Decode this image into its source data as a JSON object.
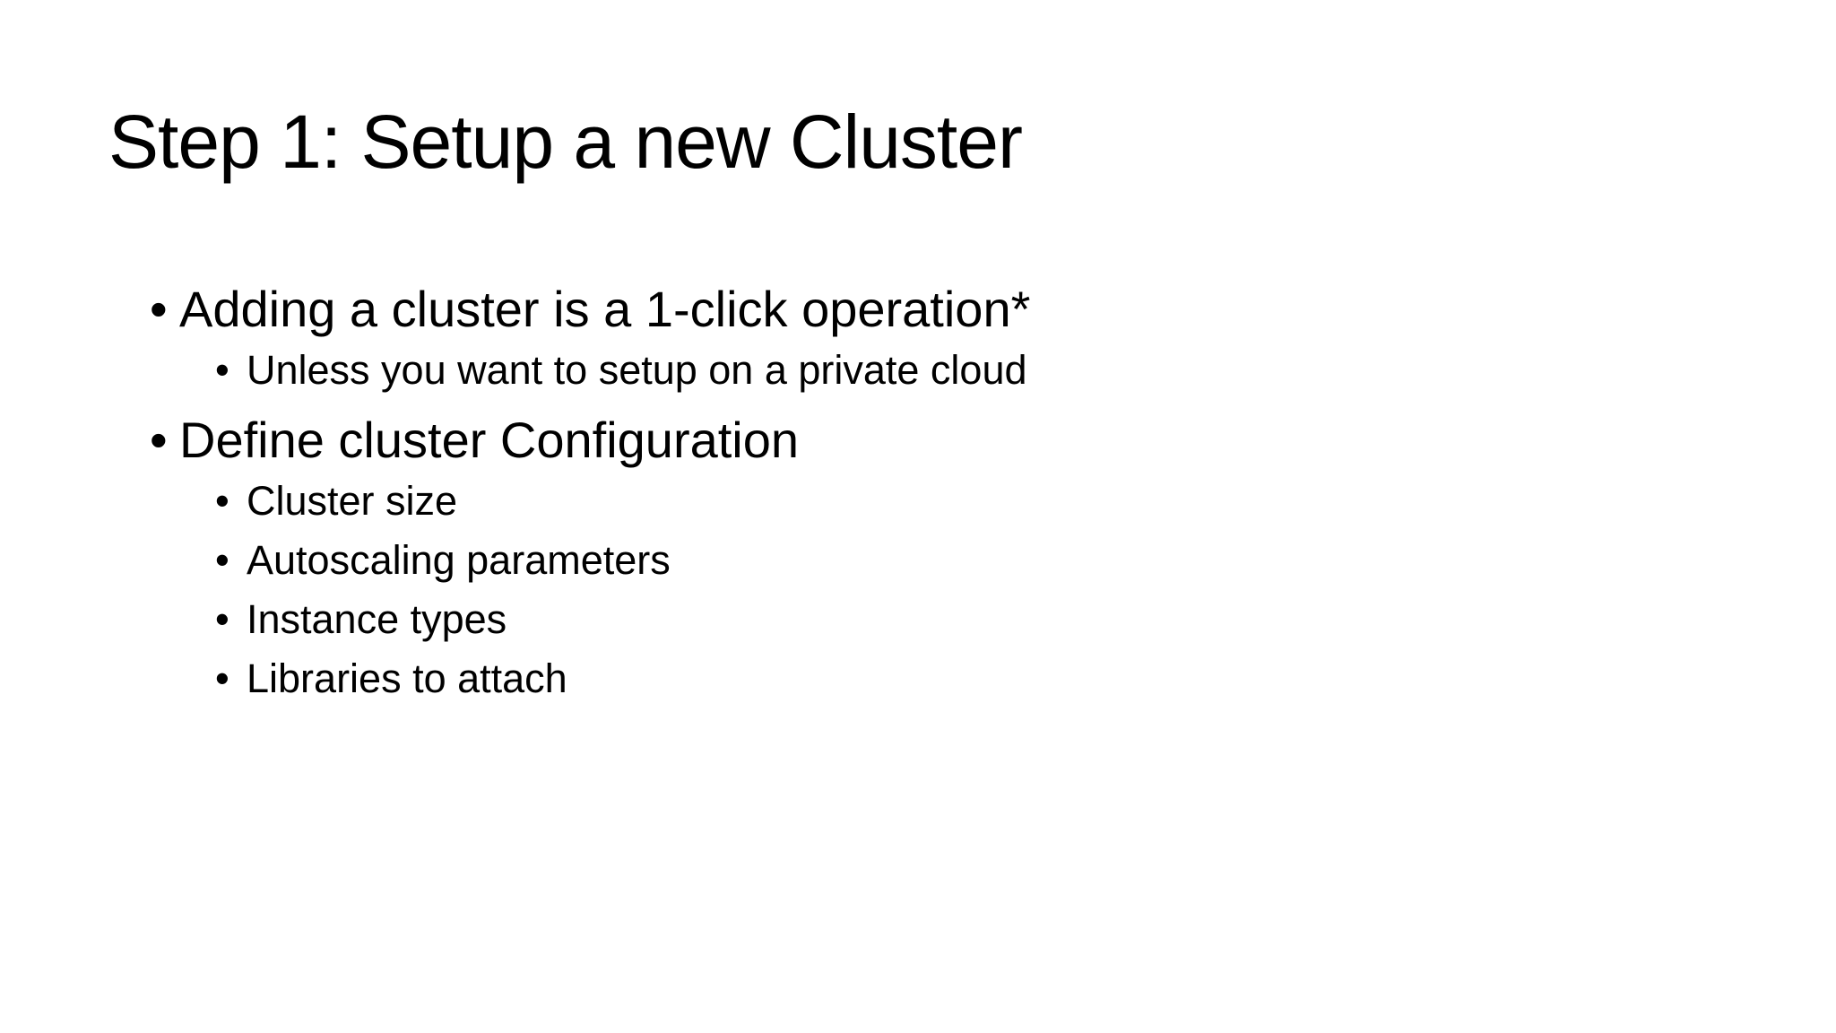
{
  "slide": {
    "title": "Step 1: Setup a new Cluster",
    "bullet_char": "•",
    "bullets": [
      {
        "level": 1,
        "text": "Adding a cluster is a 1-click operation*"
      },
      {
        "level": 2,
        "text": "Unless you want to setup on a private cloud"
      },
      {
        "level": 1,
        "text": "Define cluster Configuration"
      },
      {
        "level": 2,
        "text": "Cluster size"
      },
      {
        "level": 2,
        "text": "Autoscaling parameters"
      },
      {
        "level": 2,
        "text": "Instance types"
      },
      {
        "level": 2,
        "text": "Libraries to attach"
      }
    ],
    "colors": {
      "background": "#ffffff",
      "text": "#000000"
    }
  }
}
